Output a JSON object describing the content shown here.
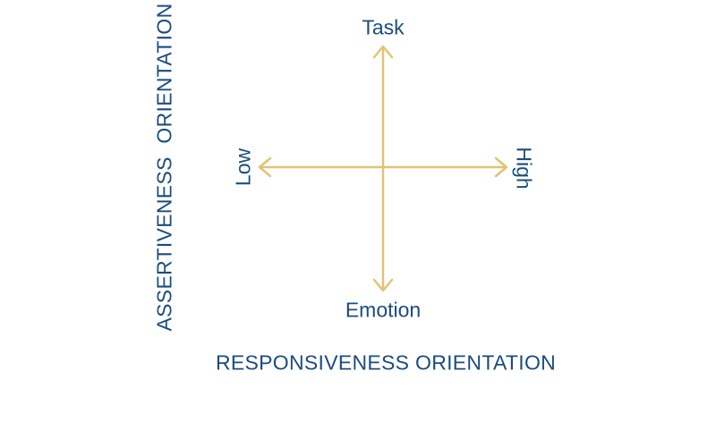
{
  "diagram": {
    "vertical_axis": {
      "top_label": "Task",
      "bottom_label": "Emotion"
    },
    "horizontal_axis": {
      "left_label": "Low",
      "right_label": "High"
    },
    "titles": {
      "vertical": "ASSERTIVENESS  ORIENTATION",
      "horizontal": "RESPONSIVENESS ORIENTATION"
    }
  },
  "colors": {
    "arrow": "#e2c275",
    "text": "#1b4c7e"
  }
}
